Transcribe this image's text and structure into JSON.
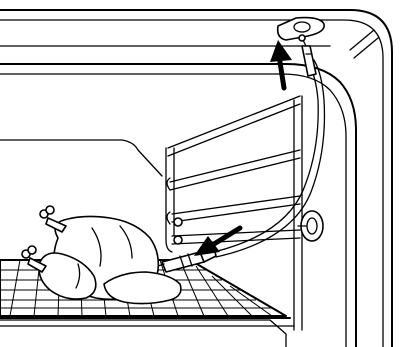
{
  "figure": {
    "subject": "oven-interior-meat-probe",
    "colors": {
      "line": "#000000",
      "fill": "#ffffff"
    },
    "parts": [
      "oven-cavity",
      "side-rack-runners",
      "wire-shelf",
      "poultry",
      "meat-probe",
      "probe-cable",
      "probe-socket-cover",
      "side-socket",
      "insertion-arrow",
      "socket-arrow"
    ]
  }
}
